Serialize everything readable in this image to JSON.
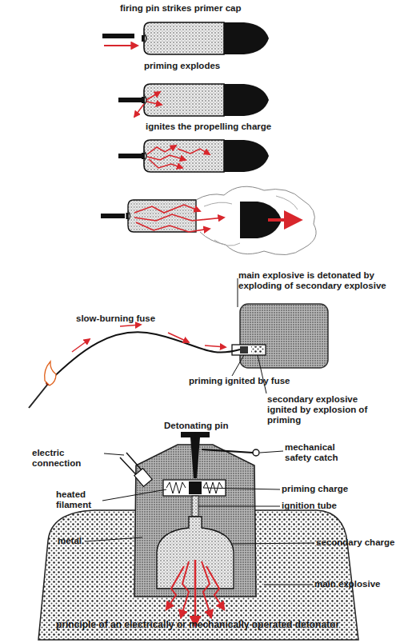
{
  "diagram": {
    "caption": "principle of an electrically or mechanically operated detonator",
    "labels": [
      "firing pin strikes primer cap",
      "priming explodes",
      "ignites the propelling charge",
      "main explosive is detonated by exploding of secondary explosive",
      "slow-burning fuse",
      "priming ignited by fuse",
      "secondary explosive ignited by explosion of priming",
      "Detonating pin",
      "electric connection",
      "mechanical safety catch",
      "heated filament",
      "priming charge",
      "ignition tube",
      "metal",
      "secondary charge",
      "main explosive"
    ]
  }
}
